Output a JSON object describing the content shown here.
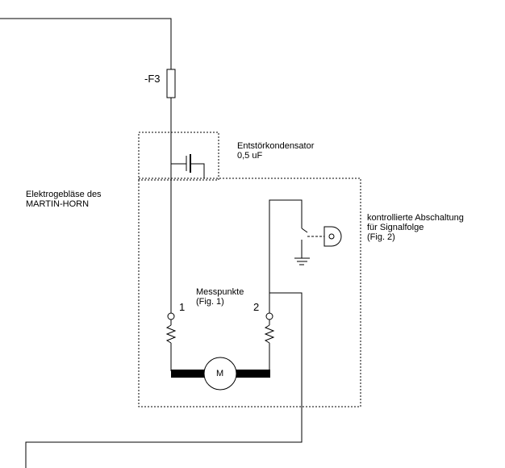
{
  "fuse": {
    "label": "-F3"
  },
  "capacitor": {
    "name": "Entstörkondensator",
    "value": "0,5 uF"
  },
  "blower": {
    "line1": "Elektrogebläse des",
    "line2": "MARTIN-HORN"
  },
  "switch_control": {
    "line1": "kontrollierte Abschaltung",
    "line2": "für Signalfolge",
    "line3": "(Fig. 2)"
  },
  "measurement": {
    "line1": "Messpunkte",
    "line2": "(Fig. 1)",
    "point1": "1",
    "point2": "2"
  },
  "motor": {
    "symbol": "M"
  }
}
